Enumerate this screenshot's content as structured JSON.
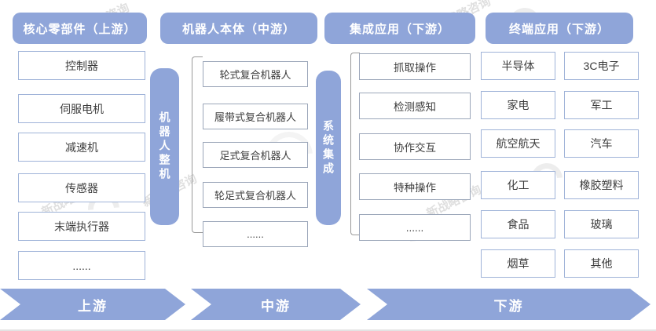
{
  "watermark": {
    "text": "新战略咨询"
  },
  "colors": {
    "accent": "#8FA5D9",
    "box_border_blue": "#9FB3D8",
    "box_border_gray": "#9BA6B9"
  },
  "columns": [
    {
      "header": "核心零部件（上游）",
      "items": [
        "控制器",
        "伺服电机",
        "减速机",
        "传感器",
        "末端执行器",
        "......"
      ]
    },
    {
      "header": "机器人本体（中游）",
      "items": [
        "轮式复合机器人",
        "履带式复合机器人",
        "足式复合机器人",
        "轮足式复合机器人",
        "......"
      ]
    },
    {
      "header": "集成应用（下游）",
      "items": [
        "抓取操作",
        "检测感知",
        "协作交互",
        "特种操作",
        "......"
      ]
    },
    {
      "header": "终端应用（下游）",
      "items_left": [
        "半导体",
        "家电",
        "航空航天",
        "化工",
        "食品",
        "烟草"
      ],
      "items_right": [
        "3C电子",
        "军工",
        "汽车",
        "橡胶塑料",
        "玻璃",
        "其他"
      ]
    }
  ],
  "connectors": [
    {
      "label": "机器人整机"
    },
    {
      "label": "系统集成"
    }
  ],
  "flow": [
    {
      "label": "上游"
    },
    {
      "label": "中游"
    },
    {
      "label": "下游"
    }
  ]
}
